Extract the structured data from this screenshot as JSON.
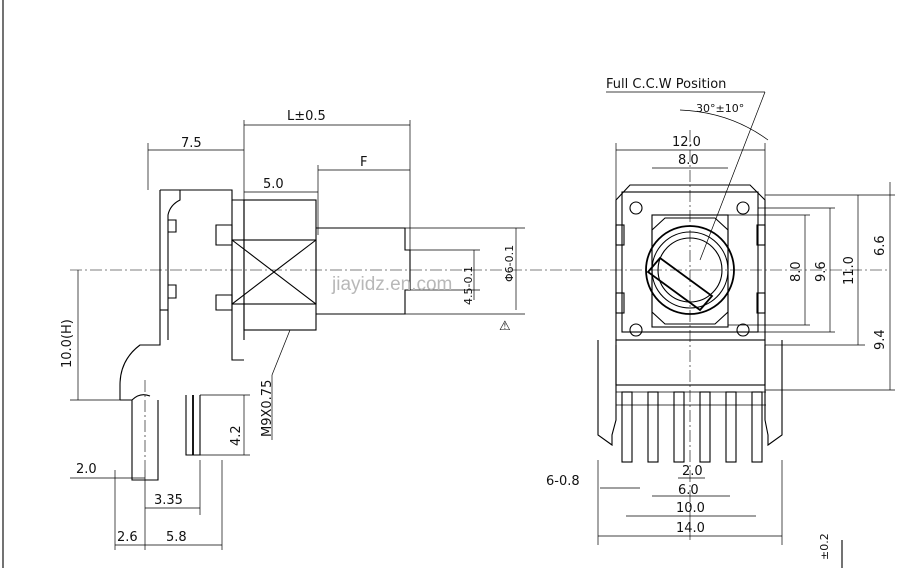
{
  "watermark": "jiayidz.en.com",
  "side_view": {
    "dims": {
      "width_7_5": "7.5",
      "length": "L±0.5",
      "collar": "5.0",
      "flat": "F",
      "height": "10.0(H)",
      "thread": "M9X0.75",
      "pin_len": "4.2",
      "d1": "2.0",
      "d2": "3.35",
      "d3": "2.6",
      "d4": "5.8",
      "shaft_small": "4.5-0.1",
      "shaft_large": "Φ6-0.1",
      "note_mark": "⚠"
    }
  },
  "front_view": {
    "dims": {
      "rotation_label": "Full C.C.W Position",
      "angle": "30°±10°",
      "width_12": "12.0",
      "width_8": "8.0",
      "h_8": "8.0",
      "h_9_6": "9.6",
      "h_11": "11.0",
      "h_6_6": "6.6",
      "h_9_4": "9.4",
      "pin_pitch": "2.0",
      "span_6": "6.0",
      "span_10": "10.0",
      "span_14": "14.0",
      "pin_dia": "6-0.8",
      "corner_mark": "±0.2"
    }
  }
}
